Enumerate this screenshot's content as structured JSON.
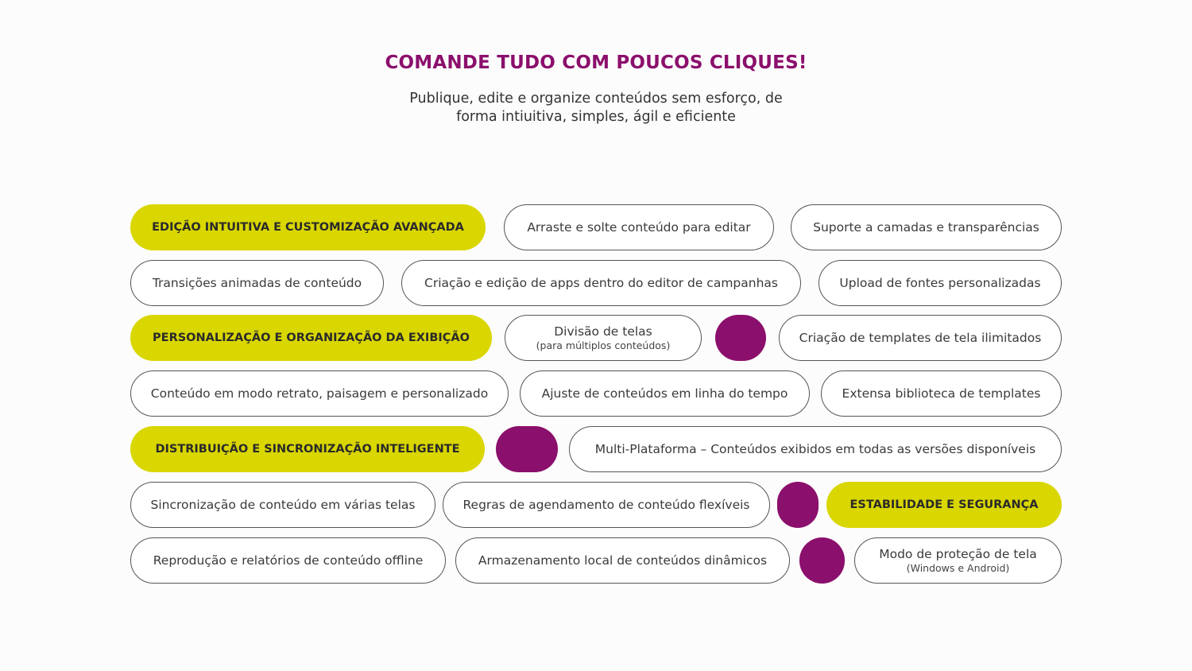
{
  "header": {
    "title": "COMANDE TUDO COM POUCOS CLIQUES!",
    "subtitle_line1": "Publique, edite e organize conteúdos sem esforço, de",
    "subtitle_line2": "forma intiuitiva, simples, ágil e eficiente"
  },
  "colors": {
    "accent": "#d9d600",
    "brand": "#8b0f6c",
    "outline": "#555555"
  },
  "rows": [
    {
      "items": [
        {
          "type": "category",
          "label": "EDIÇÃO INTUITIVA E CUSTOMIZAÇÃO AVANÇADA"
        },
        {
          "type": "feature",
          "label": "Arraste e solte conteúdo para editar"
        },
        {
          "type": "feature",
          "label": "Suporte a camadas e transparências"
        }
      ]
    },
    {
      "items": [
        {
          "type": "feature",
          "label": "Transições animadas de conteúdo"
        },
        {
          "type": "feature",
          "label": "Criação e edição de apps dentro do editor de campanhas"
        },
        {
          "type": "feature",
          "label": "Upload de fontes personalizadas"
        }
      ]
    },
    {
      "items": [
        {
          "type": "category",
          "label": "PERSONALIZAÇÃO E ORGANIZAÇÃO DA EXIBIÇÃO"
        },
        {
          "type": "feature",
          "label": "Divisão de telas",
          "note": "(para múltiplos conteúdos)"
        },
        {
          "type": "feature",
          "label": "Criação de templates de tela ilimitados"
        }
      ]
    },
    {
      "items": [
        {
          "type": "feature",
          "label": "Conteúdo em modo retrato, paisagem e personalizado"
        },
        {
          "type": "feature",
          "label": "Ajuste de conteúdos em linha do tempo"
        },
        {
          "type": "feature",
          "label": "Extensa biblioteca de templates"
        }
      ]
    },
    {
      "items": [
        {
          "type": "category",
          "label": "DISTRIBUIÇÃO E SINCRONIZAÇÃO INTELIGENTE"
        },
        {
          "type": "feature",
          "label": "Multi-Plataforma – Conteúdos exibidos em todas as versões disponíveis"
        }
      ]
    },
    {
      "items": [
        {
          "type": "feature",
          "label": "Sincronização de conteúdo em várias telas"
        },
        {
          "type": "feature",
          "label": "Regras de agendamento de conteúdo flexíveis"
        },
        {
          "type": "category",
          "label": "ESTABILIDADE E SEGURANÇA"
        }
      ]
    },
    {
      "items": [
        {
          "type": "feature",
          "label": "Reprodução e relatórios de conteúdo offline"
        },
        {
          "type": "feature",
          "label": "Armazenamento local de conteúdos dinâmicos"
        },
        {
          "type": "feature",
          "label": "Modo de proteção de tela",
          "note": "(Windows e Android)"
        }
      ]
    }
  ]
}
